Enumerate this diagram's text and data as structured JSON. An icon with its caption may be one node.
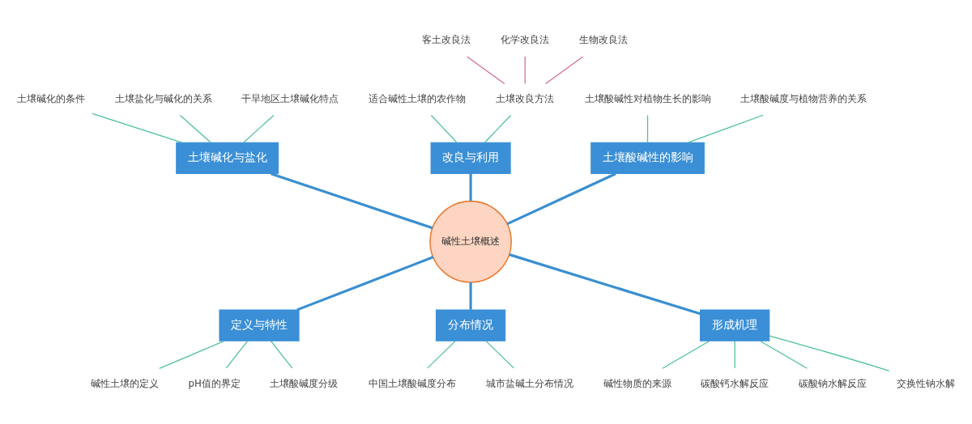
{
  "diagram": {
    "nodes": [
      {
        "text": [
          "碱性土壌概述"
        ]
      },
      {
        "text": [
          "土壤碱化与盐化"
        ]
      },
      {
        "text": [
          "改良与利用"
        ]
      },
      {
        "text": [
          "土壤酸碱性的影响"
        ]
      },
      {
        "text": [
          "定义与特性"
        ]
      },
      {
        "text": [
          "分布情况"
        ]
      },
      {
        "text": [
          "形成机理"
        ]
      },
      {
        "text": [
          "土壌碱化的条件"
        ]
      },
      {
        "text": [
          "土壌盐化与碱化的关系"
        ]
      },
      {
        "text": [
          "干旱地区土壌碱化特点"
        ]
      },
      {
        "text": [
          "适合碱性土壌的农作物"
        ]
      },
      {
        "text": [
          "土壌改良方法"
        ]
      },
      {
        "text": [
          "客土改良法"
        ]
      },
      {
        "text": [
          "化学改良法"
        ]
      },
      {
        "text": [
          "生物改良法"
        ]
      },
      {
        "text": [
          "土壌酸碱性对植物生长的影响"
        ]
      },
      {
        "text": [
          "土壌酸碱度与植物营养的关系"
        ]
      },
      {
        "text": [
          "碱性土壌的定义"
        ]
      },
      {
        "text": [
          "pH值的界定"
        ]
      },
      {
        "text": [
          "土壌酸碱度分级"
        ]
      },
      {
        "text": [
          "中国土壌酸碱度分布"
        ]
      },
      {
        "text": [
          "城市盐碱土分布情况"
        ]
      },
      {
        "text": [
          "碱性物质的来源"
        ]
      },
      {
        "text": [
          "碳酸钙水解反应"
        ]
      },
      {
        "text": [
          "碳酸钠水解反应"
        ]
      },
      {
        "text": [
          "交换性钠水解"
        ]
      }
    ],
    "edges": [
      {
        "from": 0,
        "to": 1,
        "arrow": "none",
        "style": "thick",
        "color": "#3a8fd0"
      },
      {
        "from": 0,
        "to": 2,
        "arrow": "none",
        "style": "thick",
        "color": "#3a8fd0"
      },
      {
        "from": 0,
        "to": 3,
        "arrow": "none",
        "style": "thick",
        "color": "#3a8fd0"
      },
      {
        "from": 0,
        "to": 4,
        "arrow": "none",
        "style": "thick",
        "color": "#3a8fd0"
      },
      {
        "from": 0,
        "to": 5,
        "arrow": "none",
        "style": "thick",
        "color": "#3a8fd0"
      },
      {
        "from": 0,
        "to": 6,
        "arrow": "none",
        "style": "thick",
        "color": "#3a8fd0"
      },
      {
        "from": 1,
        "to": 7,
        "arrow": "none"
      },
      {
        "from": 1,
        "to": 8,
        "arrow": "none"
      },
      {
        "from": 1,
        "to": 9,
        "arrow": "none"
      },
      {
        "from": 2,
        "to": 10,
        "arrow": "none"
      },
      {
        "from": 2,
        "to": 11,
        "arrow": "none"
      },
      {
        "from": 11,
        "to": 12,
        "arrow": "none",
        "color": "#d0708c"
      },
      {
        "from": 11,
        "to": 13,
        "arrow": "none",
        "color": "#d0708c"
      },
      {
        "from": 11,
        "to": 14,
        "arrow": "none",
        "color": "#d0708c"
      },
      {
        "from": 3,
        "to": 15,
        "arrow": "none"
      },
      {
        "from": 3,
        "to": 16,
        "arrow": "none"
      },
      {
        "from": 4,
        "to": 17,
        "arrow": "none"
      },
      {
        "from": 4,
        "to": 18,
        "arrow": "none"
      },
      {
        "from": 4,
        "to": 19,
        "arrow": "none"
      },
      {
        "from": 5,
        "to": 20,
        "arrow": "none"
      },
      {
        "from": 5,
        "to": 21,
        "arrow": "none"
      },
      {
        "from": 6,
        "to": 22,
        "arrow": "none"
      },
      {
        "from": 6,
        "to": 23,
        "arrow": "none"
      },
      {
        "from": 6,
        "to": 24,
        "arrow": "none"
      },
      {
        "from": 6,
        "to": 25,
        "arrow": "none"
      }
    ]
  }
}
